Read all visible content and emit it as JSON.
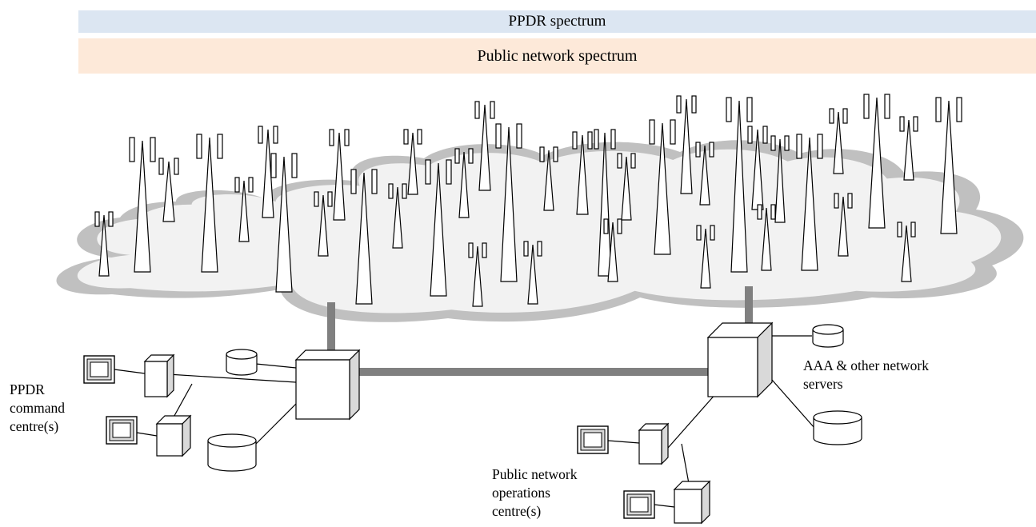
{
  "bands": {
    "ppdr_spectrum": "PPDR spectrum",
    "public_spectrum": "Public network spectrum",
    "ppdr_color": "#dce6f2",
    "public_color": "#fde9d9"
  },
  "labels": {
    "ppdr_command": "PPDR\ncommand\ncentre(s)",
    "aaa_servers": "AAA & other network\nservers",
    "public_ops": "Public network\noperations\ncentre(s)"
  },
  "colors": {
    "cloud_outer": "#c0c0c0",
    "cloud_inner": "#f2f2f2",
    "link": "#808080",
    "switch_side": "#d9d9d9"
  },
  "icons": [
    "antenna-tower-icon",
    "network-switch-icon",
    "server-icon",
    "database-icon",
    "monitor-icon"
  ]
}
